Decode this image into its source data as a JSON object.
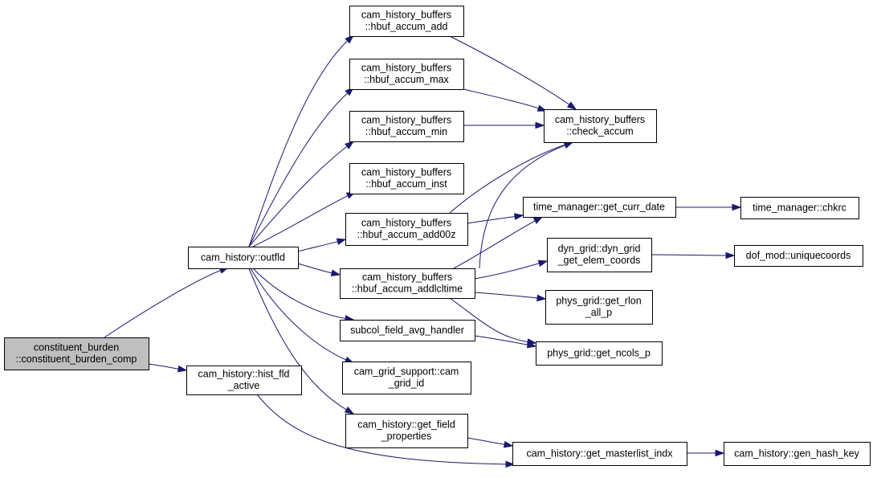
{
  "nodes": [
    {
      "id": "root",
      "name": "node-constituent-burden-comp",
      "lines": [
        "constituent_burden",
        "::constituent_burden_comp"
      ],
      "root": true,
      "interactable": false
    },
    {
      "id": "outfld",
      "name": "node-cam-history-outfld",
      "lines": [
        "cam_history::outfld"
      ]
    },
    {
      "id": "hist_fld_active",
      "name": "node-cam-history-hist-fld-active",
      "lines": [
        "cam_history::hist_fld",
        "_active"
      ]
    },
    {
      "id": "hbuf_accum_add",
      "name": "node-hbuf-accum-add",
      "lines": [
        "cam_history_buffers",
        "::hbuf_accum_add"
      ]
    },
    {
      "id": "hbuf_accum_max",
      "name": "node-hbuf-accum-max",
      "lines": [
        "cam_history_buffers",
        "::hbuf_accum_max"
      ]
    },
    {
      "id": "hbuf_accum_min",
      "name": "node-hbuf-accum-min",
      "lines": [
        "cam_history_buffers",
        "::hbuf_accum_min"
      ]
    },
    {
      "id": "hbuf_accum_inst",
      "name": "node-hbuf-accum-inst",
      "lines": [
        "cam_history_buffers",
        "::hbuf_accum_inst"
      ]
    },
    {
      "id": "hbuf_accum_add00z",
      "name": "node-hbuf-accum-add00z",
      "lines": [
        "cam_history_buffers",
        "::hbuf_accum_add00z"
      ]
    },
    {
      "id": "hbuf_accum_addlcltime",
      "name": "node-hbuf-accum-addlcltime",
      "lines": [
        "cam_history_buffers",
        "::hbuf_accum_addlcltime"
      ]
    },
    {
      "id": "subcol_field_avg_handler",
      "name": "node-subcol-field-avg-handler",
      "lines": [
        "subcol_field_avg_handler"
      ]
    },
    {
      "id": "cam_grid_id",
      "name": "node-cam-grid-support-cam-grid-id",
      "lines": [
        "cam_grid_support::cam",
        "_grid_id"
      ]
    },
    {
      "id": "get_field_properties",
      "name": "node-cam-history-get-field-properties",
      "lines": [
        "cam_history::get_field",
        "_properties"
      ]
    },
    {
      "id": "check_accum",
      "name": "node-check-accum",
      "lines": [
        "cam_history_buffers",
        "::check_accum"
      ]
    },
    {
      "id": "get_curr_date",
      "name": "node-time-manager-get-curr-date",
      "lines": [
        "time_manager::get_curr_date"
      ]
    },
    {
      "id": "dyn_grid_get_elem_coords",
      "name": "node-dyn-grid-get-elem-coords",
      "lines": [
        "dyn_grid::dyn_grid",
        "_get_elem_coords"
      ]
    },
    {
      "id": "get_rlon_all_p",
      "name": "node-phys-grid-get-rlon-all-p",
      "lines": [
        "phys_grid::get_rlon",
        "_all_p"
      ]
    },
    {
      "id": "get_ncols_p",
      "name": "node-phys-grid-get-ncols-p",
      "lines": [
        "phys_grid::get_ncols_p"
      ]
    },
    {
      "id": "get_masterlist_indx",
      "name": "node-cam-history-get-masterlist-indx",
      "lines": [
        "cam_history::get_masterlist_indx"
      ]
    },
    {
      "id": "chkrc",
      "name": "node-time-manager-chkrc",
      "lines": [
        "time_manager::chkrc"
      ]
    },
    {
      "id": "uniquecoords",
      "name": "node-dof-mod-uniquecoords",
      "lines": [
        "dof_mod::uniquecoords"
      ]
    },
    {
      "id": "gen_hash_key",
      "name": "node-cam-history-gen-hash-key",
      "lines": [
        "cam_history::gen_hash_key"
      ]
    }
  ],
  "edges": [
    {
      "from": "root",
      "to": "outfld"
    },
    {
      "from": "root",
      "to": "hist_fld_active"
    },
    {
      "from": "outfld",
      "to": "hbuf_accum_add"
    },
    {
      "from": "outfld",
      "to": "hbuf_accum_max"
    },
    {
      "from": "outfld",
      "to": "hbuf_accum_min"
    },
    {
      "from": "outfld",
      "to": "hbuf_accum_inst"
    },
    {
      "from": "outfld",
      "to": "hbuf_accum_add00z"
    },
    {
      "from": "outfld",
      "to": "hbuf_accum_addlcltime"
    },
    {
      "from": "outfld",
      "to": "subcol_field_avg_handler"
    },
    {
      "from": "outfld",
      "to": "cam_grid_id"
    },
    {
      "from": "outfld",
      "to": "get_field_properties"
    },
    {
      "from": "hist_fld_active",
      "to": "get_masterlist_indx"
    },
    {
      "from": "hbuf_accum_add",
      "to": "check_accum"
    },
    {
      "from": "hbuf_accum_max",
      "to": "check_accum"
    },
    {
      "from": "hbuf_accum_min",
      "to": "check_accum"
    },
    {
      "from": "hbuf_accum_add00z",
      "to": "check_accum"
    },
    {
      "from": "hbuf_accum_add00z",
      "to": "get_curr_date"
    },
    {
      "from": "hbuf_accum_addlcltime",
      "to": "check_accum"
    },
    {
      "from": "hbuf_accum_addlcltime",
      "to": "get_curr_date"
    },
    {
      "from": "hbuf_accum_addlcltime",
      "to": "dyn_grid_get_elem_coords"
    },
    {
      "from": "hbuf_accum_addlcltime",
      "to": "get_rlon_all_p"
    },
    {
      "from": "hbuf_accum_addlcltime",
      "to": "get_ncols_p"
    },
    {
      "from": "subcol_field_avg_handler",
      "to": "get_ncols_p"
    },
    {
      "from": "get_field_properties",
      "to": "get_masterlist_indx"
    },
    {
      "from": "get_curr_date",
      "to": "chkrc"
    },
    {
      "from": "dyn_grid_get_elem_coords",
      "to": "uniquecoords"
    },
    {
      "from": "get_masterlist_indx",
      "to": "gen_hash_key"
    }
  ]
}
